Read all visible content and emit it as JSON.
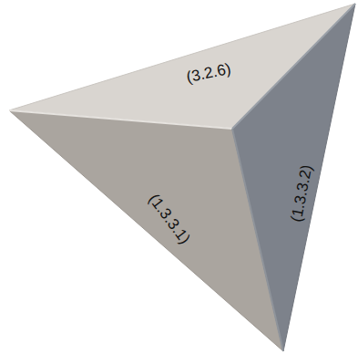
{
  "diagram": {
    "labels": [
      "(3.2.6)",
      "(1.3.3.1)",
      "(1.3.3.2)"
    ]
  }
}
